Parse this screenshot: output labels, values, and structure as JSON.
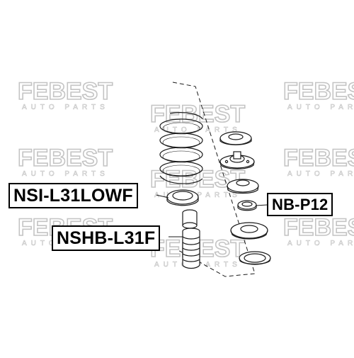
{
  "watermark": {
    "brand": "FEBEST",
    "tagline": "AUTO PARTS",
    "color": "#c9c9c9"
  },
  "parts": {
    "coil_spring_insulator": "NSI-L31LOWF",
    "strut_mount_bearing": "NB-P12",
    "shock_absorber_boot": "NSHB-L31F"
  },
  "colors": {
    "line": "#1a1a1a",
    "label_border": "#000000",
    "background": "#ffffff"
  }
}
